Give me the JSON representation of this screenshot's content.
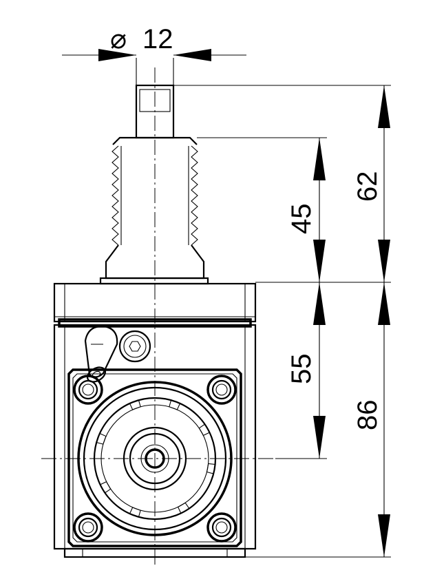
{
  "dimensions": {
    "shaft_diameter": {
      "symbol": "⌀",
      "value": "12"
    },
    "thread_length": "45",
    "shaft_length": "62",
    "center_height": "55",
    "body_height": "86"
  }
}
